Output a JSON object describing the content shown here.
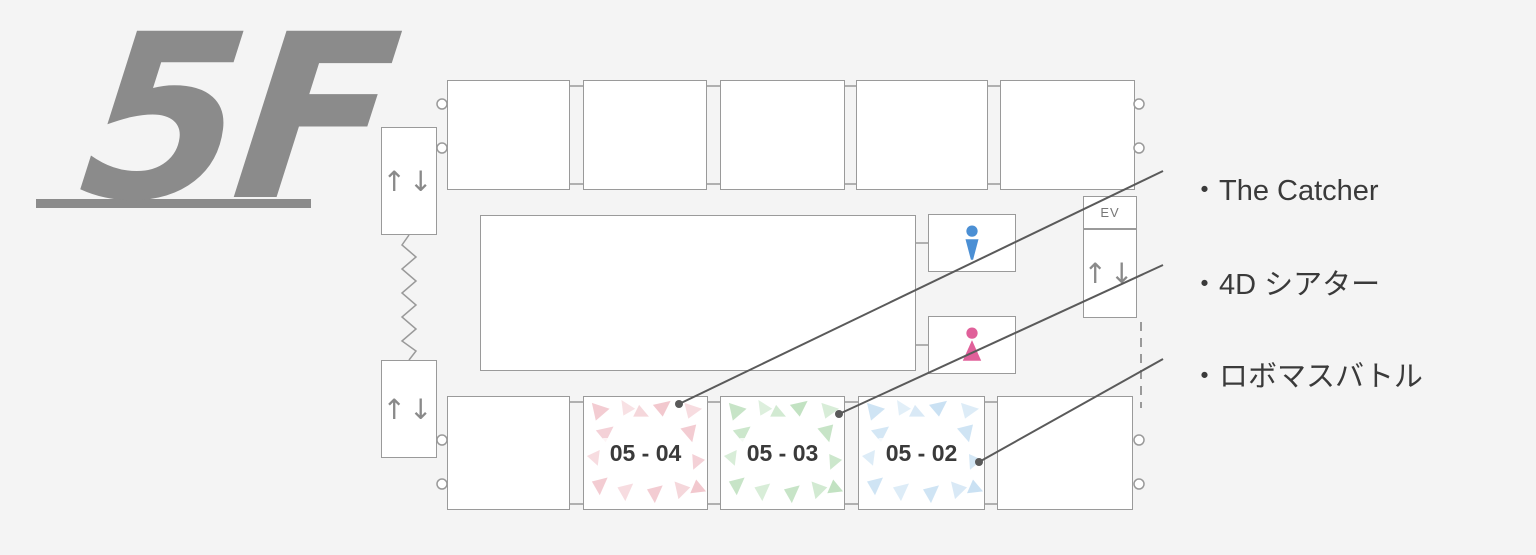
{
  "floor": {
    "label": "5F"
  },
  "map": {
    "ev_label": "EV",
    "elevator_arrows": "↑↓"
  },
  "rooms": {
    "r0504": {
      "label": "05 - 04",
      "color": "#e79aa6"
    },
    "r0503": {
      "label": "05 - 03",
      "color": "#8fca8f"
    },
    "r0502": {
      "label": "05 - 02",
      "color": "#9fc9e9"
    }
  },
  "legend": {
    "items": [
      {
        "label": "・The Catcher"
      },
      {
        "label": "・4D シアター"
      },
      {
        "label": "・ロボマスバトル"
      }
    ]
  },
  "colors": {
    "bg": "#f4f4f4",
    "line": "#9a9a9a",
    "floor": "#8b8b8b",
    "text": "#3a3a3a",
    "leader": "#5a5a5a",
    "pink": "#e79aa6",
    "green": "#8fca8f",
    "blue": "#9fc9e9",
    "male": "#4b8fd4",
    "female": "#e0609a"
  }
}
